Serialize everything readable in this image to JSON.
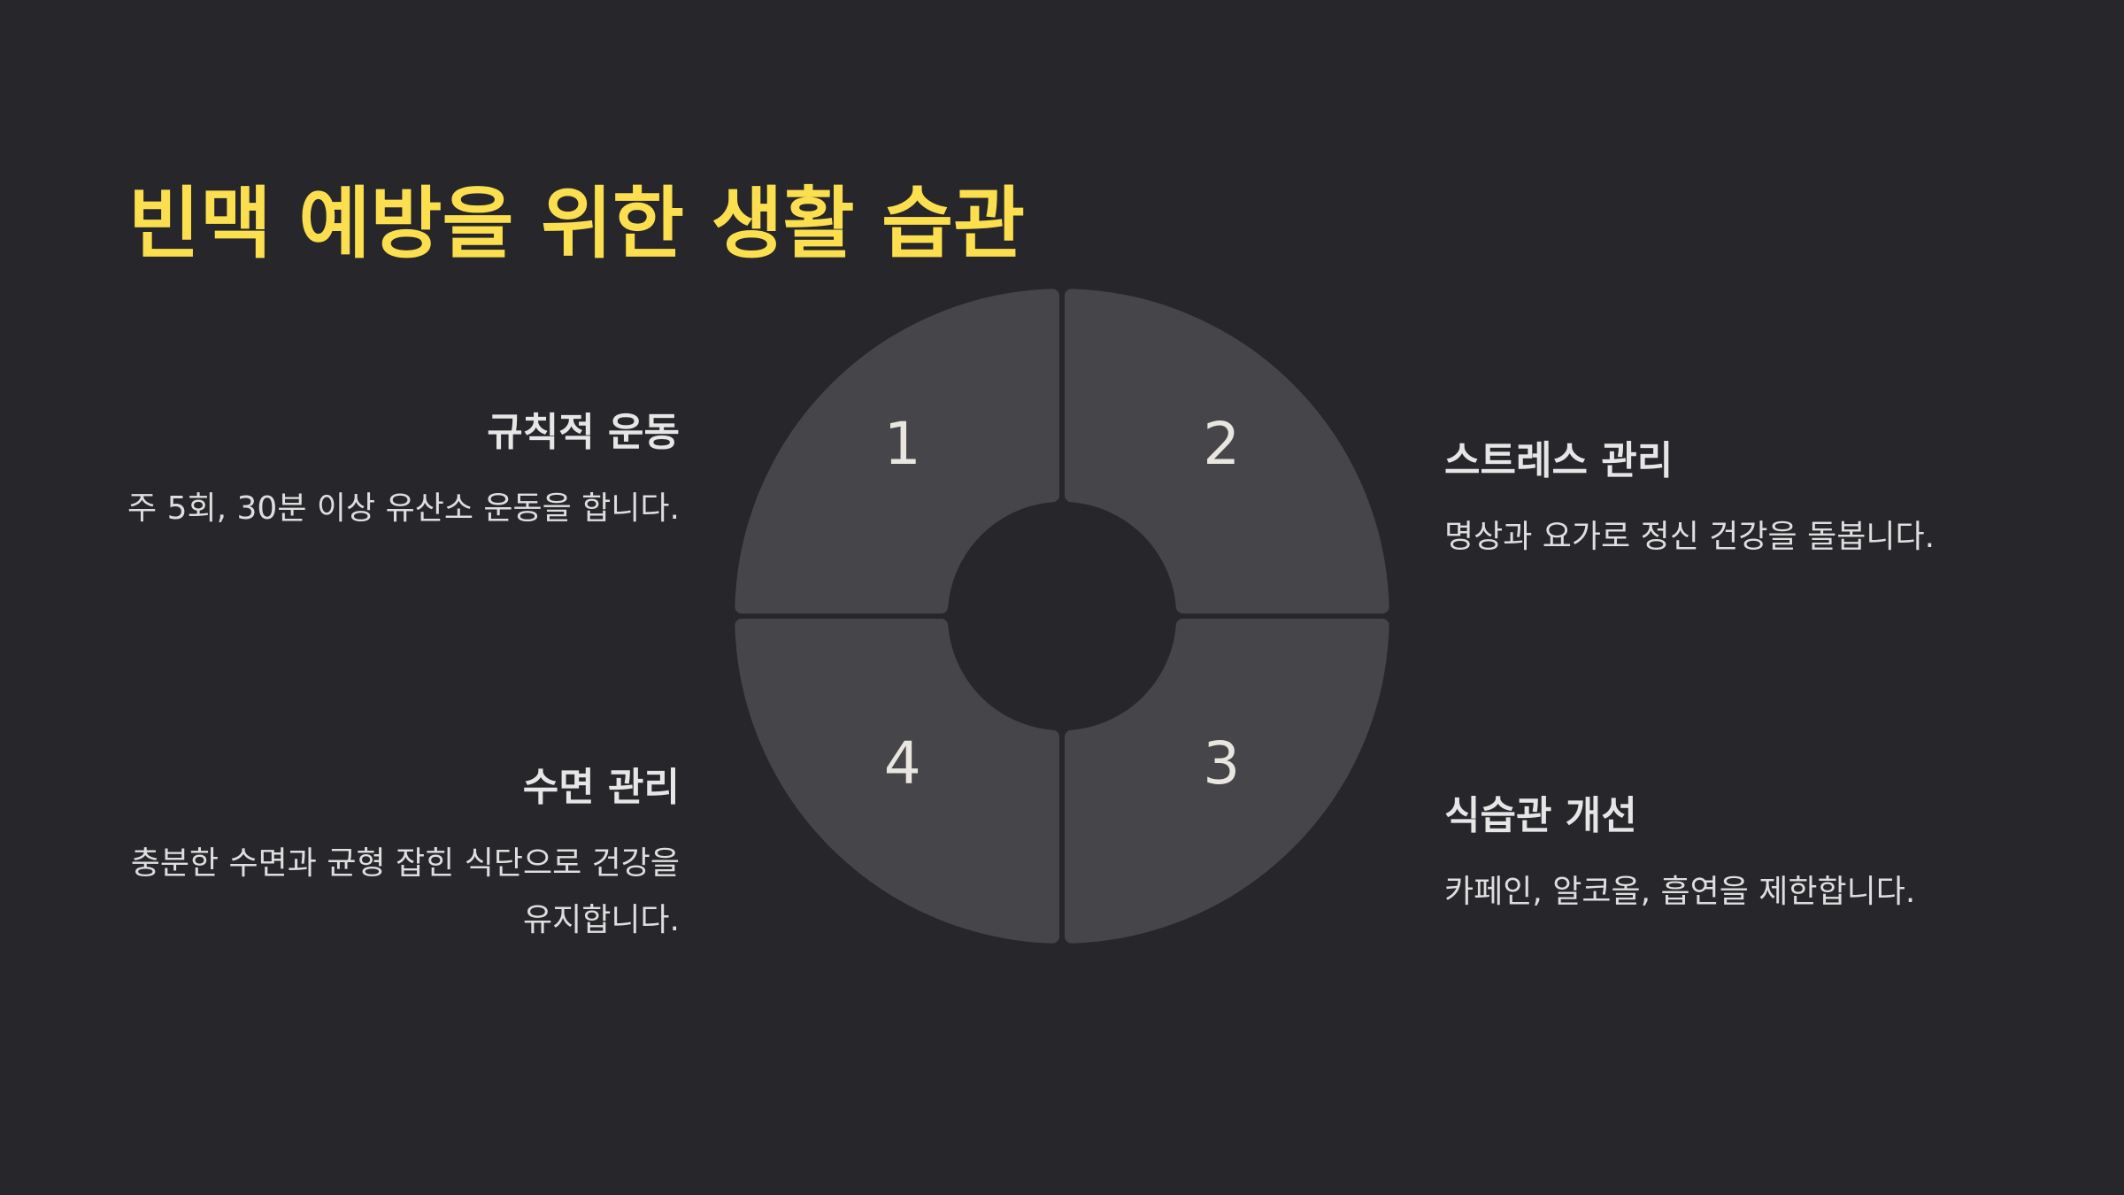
{
  "title": "빈맥 예방을 위한 생활 습관",
  "colors": {
    "background": "#26262b",
    "title": "#fcdf4f",
    "segment_fill": "#45454a",
    "segment_number": "#e9e6df",
    "item_title": "#e6e6e6",
    "item_text": "#dedede"
  },
  "segments": [
    {
      "number": "1",
      "quadrant": "top-left"
    },
    {
      "number": "2",
      "quadrant": "top-right"
    },
    {
      "number": "3",
      "quadrant": "bottom-right"
    },
    {
      "number": "4",
      "quadrant": "bottom-left"
    }
  ],
  "items": [
    {
      "number": "1",
      "title": "규칙적 운동",
      "description": "주 5회, 30분 이상 유산소 운동을 합니다."
    },
    {
      "number": "2",
      "title": "스트레스 관리",
      "description": "명상과 요가로 정신 건강을 돌봅니다."
    },
    {
      "number": "3",
      "title": "식습관 개선",
      "description": "카페인, 알코올, 흡연을 제한합니다."
    },
    {
      "number": "4",
      "title": "수면 관리",
      "description": "충분한 수면과 균형 잡힌 식단으로 건강을 유지합니다."
    }
  ]
}
